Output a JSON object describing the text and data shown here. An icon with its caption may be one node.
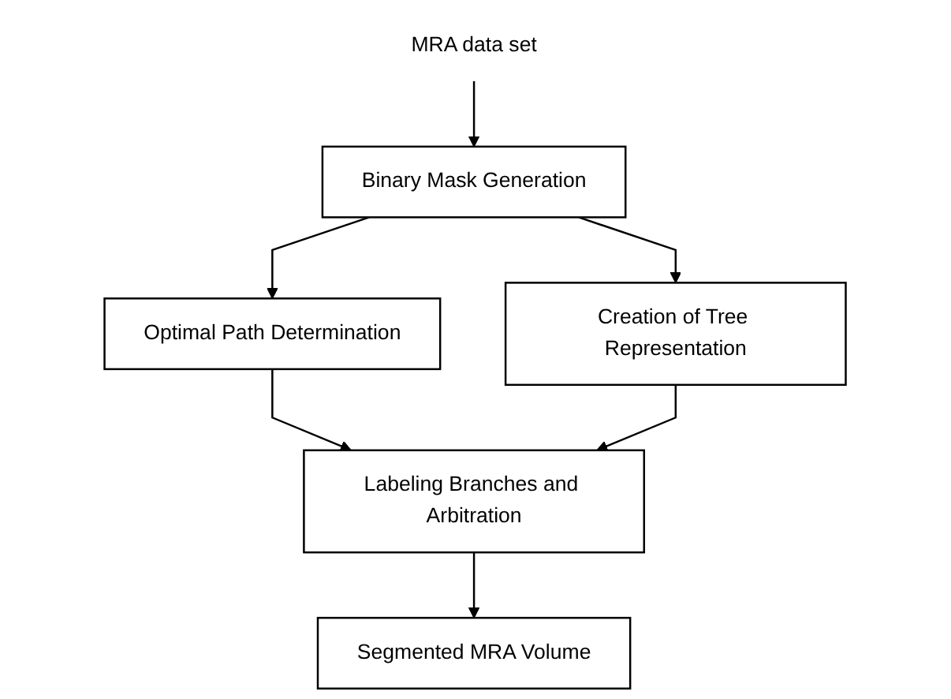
{
  "diagram": {
    "nodes": [
      {
        "text": [
          "MRA data set"
        ]
      },
      {
        "text": [
          "Binary Mask Generation"
        ]
      },
      {
        "text": [
          "Optimal Path Determination"
        ]
      },
      {
        "text": [
          "Creation of Tree Representation"
        ]
      },
      {
        "text": [
          "Labeling Branches and Arbitration"
        ]
      },
      {
        "text": [
          "Segmented MRA Volume"
        ]
      }
    ],
    "edges": [
      {
        "from": 0,
        "to": 1,
        "arrow": "to"
      },
      {
        "from": 1,
        "to": 2,
        "arrow": "to"
      },
      {
        "from": 1,
        "to": 3,
        "arrow": "to"
      },
      {
        "from": 2,
        "to": 4,
        "arrow": "to"
      },
      {
        "from": 3,
        "to": 4,
        "arrow": "to"
      },
      {
        "from": 4,
        "to": 5,
        "arrow": "to"
      }
    ]
  }
}
